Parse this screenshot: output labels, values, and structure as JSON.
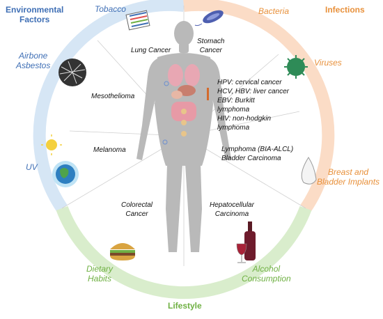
{
  "colors": {
    "environmental": "#3F6FB5",
    "infections": "#E8903A",
    "lifestyle": "#6FB043",
    "ring_environmental": "#D6E6F5",
    "ring_infections": "#FBDCC6",
    "ring_lifestyle": "#D9EDCC"
  },
  "categories": {
    "environmental": "Environmental\nFactors",
    "infections": "Infections",
    "lifestyle": "Lifestyle"
  },
  "causes": {
    "tobacco": "Tobacco",
    "asbestos": "Airbone\nAsbestos",
    "uv": "UV",
    "bacteria": "Bacteria",
    "viruses": "Viruses",
    "implants": "Breast and\nBladder Implants",
    "diet": "Dietary\nHabits",
    "alcohol": "Alcohol\nConsumption"
  },
  "cancers": {
    "lung": "Lung Cancer",
    "stomach": "Stomach\nCancer",
    "mesothelioma": "Mesothelioma",
    "virus_cancers": "HPV: cervical cancer\nHCV, HBV: liver cancer\nEBV: Burkitt\nlymphoma\nHIV: non-hodgkin\nlymphoma",
    "melanoma": "Melanoma",
    "lymphoma": "Lymphoma (BIA-ALCL)\nBladder Carcinoma",
    "colorectal": "Colorectal\nCancer",
    "hepatocellular": "Hepatocellular\nCarcinoma"
  }
}
